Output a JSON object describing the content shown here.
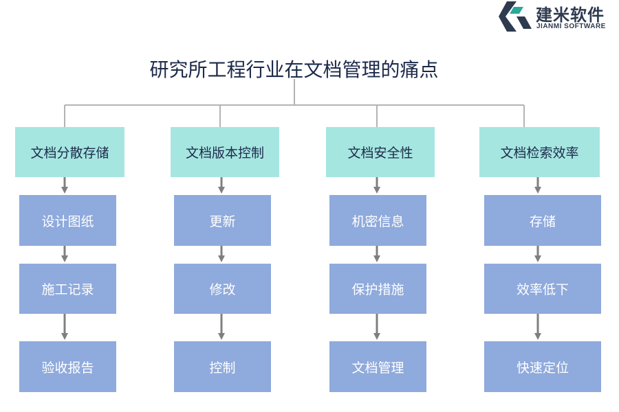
{
  "logo": {
    "name_cn": "建米软件",
    "name_en": "JIANMI SOFTWARE",
    "colors": {
      "dark": "#2e3a4f",
      "accent": "#2aa89a"
    }
  },
  "title": "研究所工程行业在文档管理的痛点",
  "colors": {
    "category_box": "#a6e6e1",
    "item_box": "#8faadc",
    "connector": "#b3b3b3",
    "arrow": "#7f7f7f",
    "title_text": "#1c2a4a"
  },
  "categories": [
    {
      "label": "文档分散存储",
      "items": [
        "设计图纸",
        "施工记录",
        "验收报告"
      ]
    },
    {
      "label": "文档版本控制",
      "items": [
        "更新",
        "修改",
        "控制"
      ]
    },
    {
      "label": "文档安全性",
      "items": [
        "机密信息",
        "保护措施",
        "文档管理"
      ]
    },
    {
      "label": "文档检索效率",
      "items": [
        "存储",
        "效率低下",
        "快速定位"
      ]
    }
  ]
}
